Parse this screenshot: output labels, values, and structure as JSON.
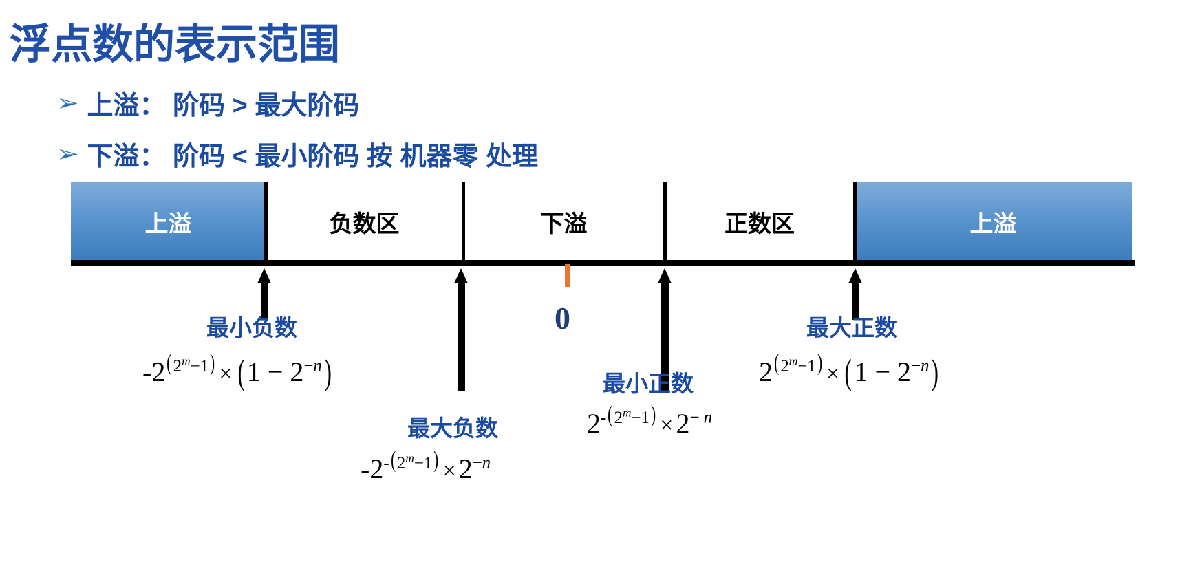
{
  "slide": {
    "title": "浮点数的表示范围",
    "bullets": [
      {
        "marker": "➢",
        "text": "上溢： 阶码 > 最大阶码"
      },
      {
        "marker": "➢",
        "text": "下溢： 阶码 < 最小阶码 按 机器零 处理"
      }
    ],
    "numberline": {
      "regions": [
        {
          "id": "overflow-left",
          "label": "上溢",
          "kind": "overflow"
        },
        {
          "id": "negative-zone",
          "label": "负数区",
          "kind": "plain"
        },
        {
          "id": "underflow",
          "label": "下溢",
          "kind": "plain"
        },
        {
          "id": "positive-zone",
          "label": "正数区",
          "kind": "plain"
        },
        {
          "id": "overflow-right",
          "label": "上溢",
          "kind": "overflow"
        }
      ],
      "zero_label": "0",
      "markers": [
        {
          "id": "min-negative",
          "label": "最小负数",
          "formula_plain": "-2^(2^m-1) × (1 - 2^-n)"
        },
        {
          "id": "max-negative",
          "label": "最大负数",
          "formula_plain": "-2^-(2^m-1) × 2^-n"
        },
        {
          "id": "min-positive",
          "label": "最小正数",
          "formula_plain": "2^-(2^m-1) × 2^-n"
        },
        {
          "id": "max-positive",
          "label": "最大正数",
          "formula_plain": "2^(2^m-1) × (1 - 2^-n)"
        }
      ]
    },
    "colors": {
      "title_blue": "#1F4FA8",
      "label_blue": "#1B4BA0",
      "box_blue_light": "#7FACD9",
      "box_blue_dark": "#3A7CBE",
      "zero_blue": "#1F3D7A",
      "tick_orange": "#E8762C",
      "axis_black": "#000000",
      "background": "#FFFFFF"
    }
  }
}
